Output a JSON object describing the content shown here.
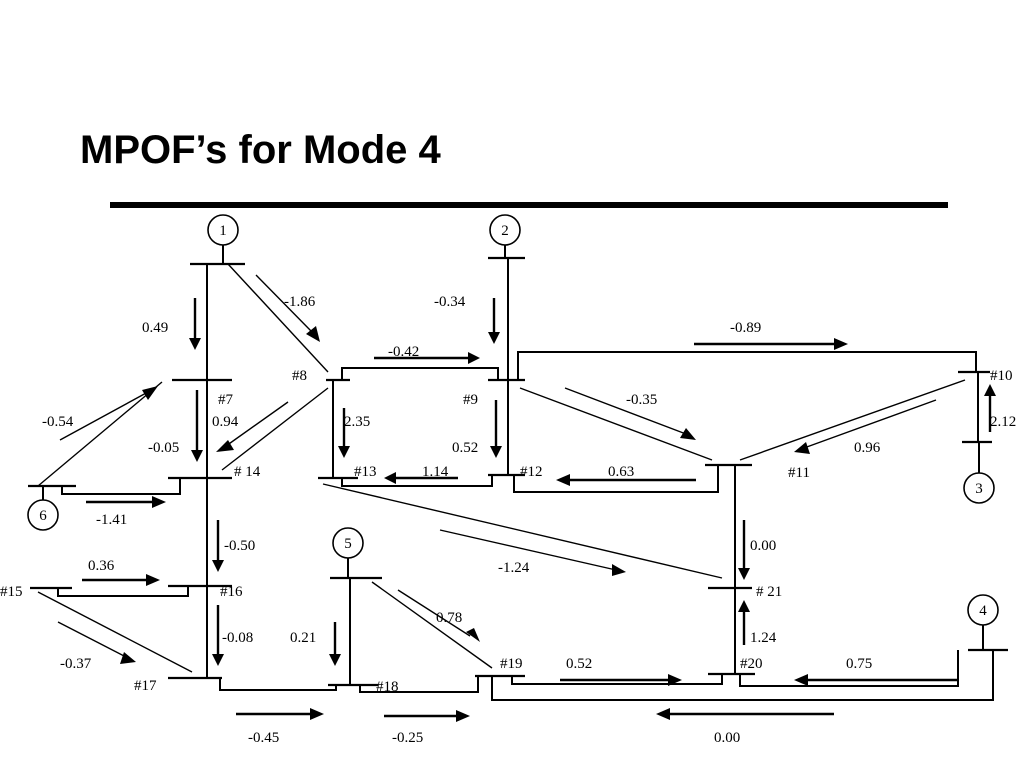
{
  "title": "MPOF’s for Mode 4",
  "generators": [
    "1",
    "2",
    "3",
    "4",
    "5",
    "6"
  ],
  "buses": {
    "b7": "#7",
    "b8": "#8",
    "b9": "#9",
    "b10": "#10",
    "b11": "#11",
    "b12": "#12",
    "b13": "#13",
    "b14": "# 14",
    "b15": "#15",
    "b16": "#16",
    "b17": "#17",
    "b18": "#18",
    "b19": "#19",
    "b20": "#20",
    "b21": "# 21"
  },
  "flows": {
    "f_1_7": "0.49",
    "f_1_8": "-1.86",
    "f_2_9": "-0.34",
    "f_8_9": "-0.42",
    "f_9_10": "-0.89",
    "f_9_11": "-0.35",
    "f_6_7": "-0.54",
    "f_7_14": "0.94",
    "f_14_l": "-0.05",
    "f_8_13": "2.35",
    "f_9_12": "0.52",
    "f_12_13": "1.14",
    "f_11_12": "0.63",
    "f_10_11": "0.96",
    "f_3_10": "2.12",
    "f_6_14": "-1.41",
    "f_14_16": "-0.50",
    "f_11_21": "0.00",
    "f_13_21": "-1.24",
    "f_15_16": "0.36",
    "f_5_19": "0.78",
    "f_16_17": "-0.08",
    "f_5_18": "0.21",
    "f_20_21": "1.24",
    "f_15_17": "-0.37",
    "f_19_20": "0.52",
    "f_4_20": "0.75",
    "f_17_18": "-0.45",
    "f_18_19": "-0.25",
    "f_4_19": "0.00"
  }
}
